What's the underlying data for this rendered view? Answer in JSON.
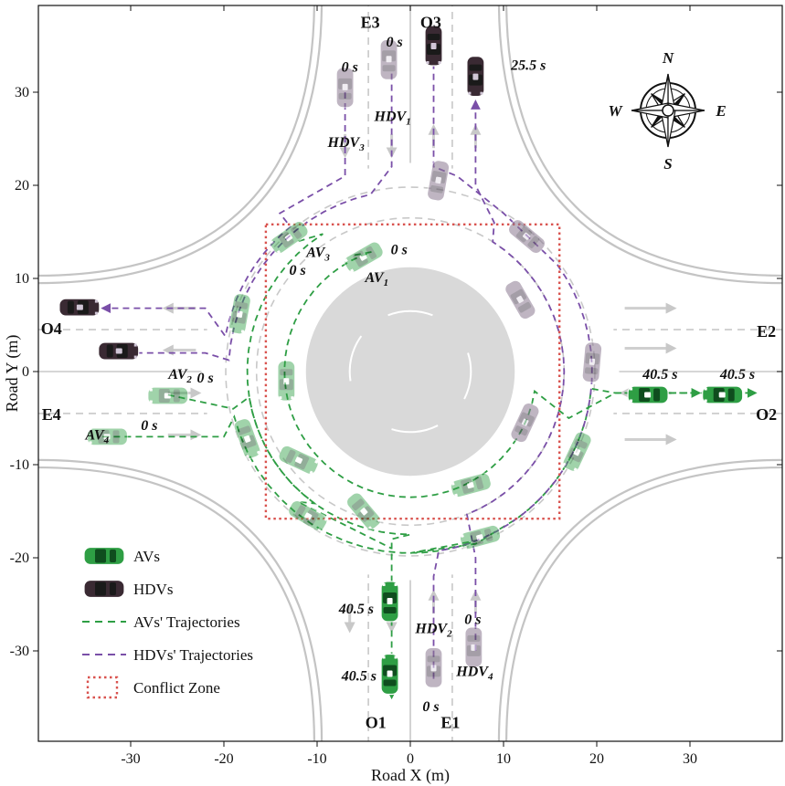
{
  "chart_data": {
    "type": "diagram",
    "xlabel": "Road X (m)",
    "ylabel": "Road Y (m)",
    "xlim": [
      -40,
      40
    ],
    "ylim": [
      -40,
      40
    ],
    "xticks": [
      -30,
      -20,
      -10,
      0,
      10,
      20,
      30
    ],
    "yticks": [
      -30,
      -20,
      -10,
      0,
      10,
      20,
      30
    ],
    "time_label": "25.5 s",
    "lane_labels": [
      {
        "text": "E3",
        "x": -4.3,
        "y": 37.5
      },
      {
        "text": "O3",
        "x": 2.2,
        "y": 37.5
      },
      {
        "text": "O4",
        "x": -38.5,
        "y": 4.6
      },
      {
        "text": "E4",
        "x": -38.5,
        "y": -4.6
      },
      {
        "text": "E2",
        "x": 38.2,
        "y": 4.3
      },
      {
        "text": "O2",
        "x": 38.2,
        "y": -4.6
      },
      {
        "text": "O1",
        "x": -3.7,
        "y": -37.7
      },
      {
        "text": "E1",
        "x": 4.3,
        "y": -37.7
      }
    ],
    "vehicle_labels": [
      {
        "main": "HDV",
        "sub": "1",
        "x": -1.9,
        "y": 27.4
      },
      {
        "main": "HDV",
        "sub": "3",
        "x": -6.9,
        "y": 24.6
      },
      {
        "main": "AV",
        "sub": "3",
        "x": -9.9,
        "y": 12.8
      },
      {
        "main": "AV",
        "sub": "1",
        "x": -3.6,
        "y": 10.1
      },
      {
        "main": "AV",
        "sub": "2",
        "x": -24.7,
        "y": -0.3
      },
      {
        "main": "AV",
        "sub": "4",
        "x": -33.6,
        "y": -6.8
      },
      {
        "main": "HDV",
        "sub": "2",
        "x": 2.5,
        "y": -27.6
      },
      {
        "main": "HDV",
        "sub": "4",
        "x": 6.9,
        "y": -32.2
      }
    ],
    "time_labels": [
      {
        "text": "0 s",
        "x": -1.7,
        "y": 35.4
      },
      {
        "text": "0 s",
        "x": -6.5,
        "y": 32.7
      },
      {
        "text": "0 s",
        "x": -1.2,
        "y": 13.1
      },
      {
        "text": "0 s",
        "x": -12.1,
        "y": 10.9
      },
      {
        "text": "0 s",
        "x": -22.0,
        "y": -0.7
      },
      {
        "text": "0 s",
        "x": -28.0,
        "y": -5.8
      },
      {
        "text": "40.5 s",
        "x": 26.8,
        "y": -0.3
      },
      {
        "text": "40.5 s",
        "x": 35.1,
        "y": -0.3
      },
      {
        "text": "40.5 s",
        "x": -5.8,
        "y": -25.5
      },
      {
        "text": "40.5 s",
        "x": -5.5,
        "y": -32.7
      },
      {
        "text": "0 s",
        "x": 6.7,
        "y": -26.6
      },
      {
        "text": "0 s",
        "x": 2.2,
        "y": -36.0
      }
    ],
    "compass": [
      "N",
      "E",
      "S",
      "W"
    ],
    "legend": [
      {
        "label": "AVs",
        "kind": "av"
      },
      {
        "label": "HDVs",
        "kind": "hdv"
      },
      {
        "label": "AVs' Trajectories",
        "kind": "av-line"
      },
      {
        "label": "HDVs' Trajectories",
        "kind": "hdv-line"
      },
      {
        "label": "Conflict Zone",
        "kind": "zone"
      }
    ],
    "conflict_zone": {
      "x0": -15.5,
      "x1": 16.0,
      "y0": -15.8,
      "y1": 15.8
    },
    "colors": {
      "av": "#2e9e44",
      "hdv": "#7a4fa8",
      "zone": "#d9534f",
      "road": "#bbbbbb",
      "island": "#d9d9d9"
    }
  }
}
